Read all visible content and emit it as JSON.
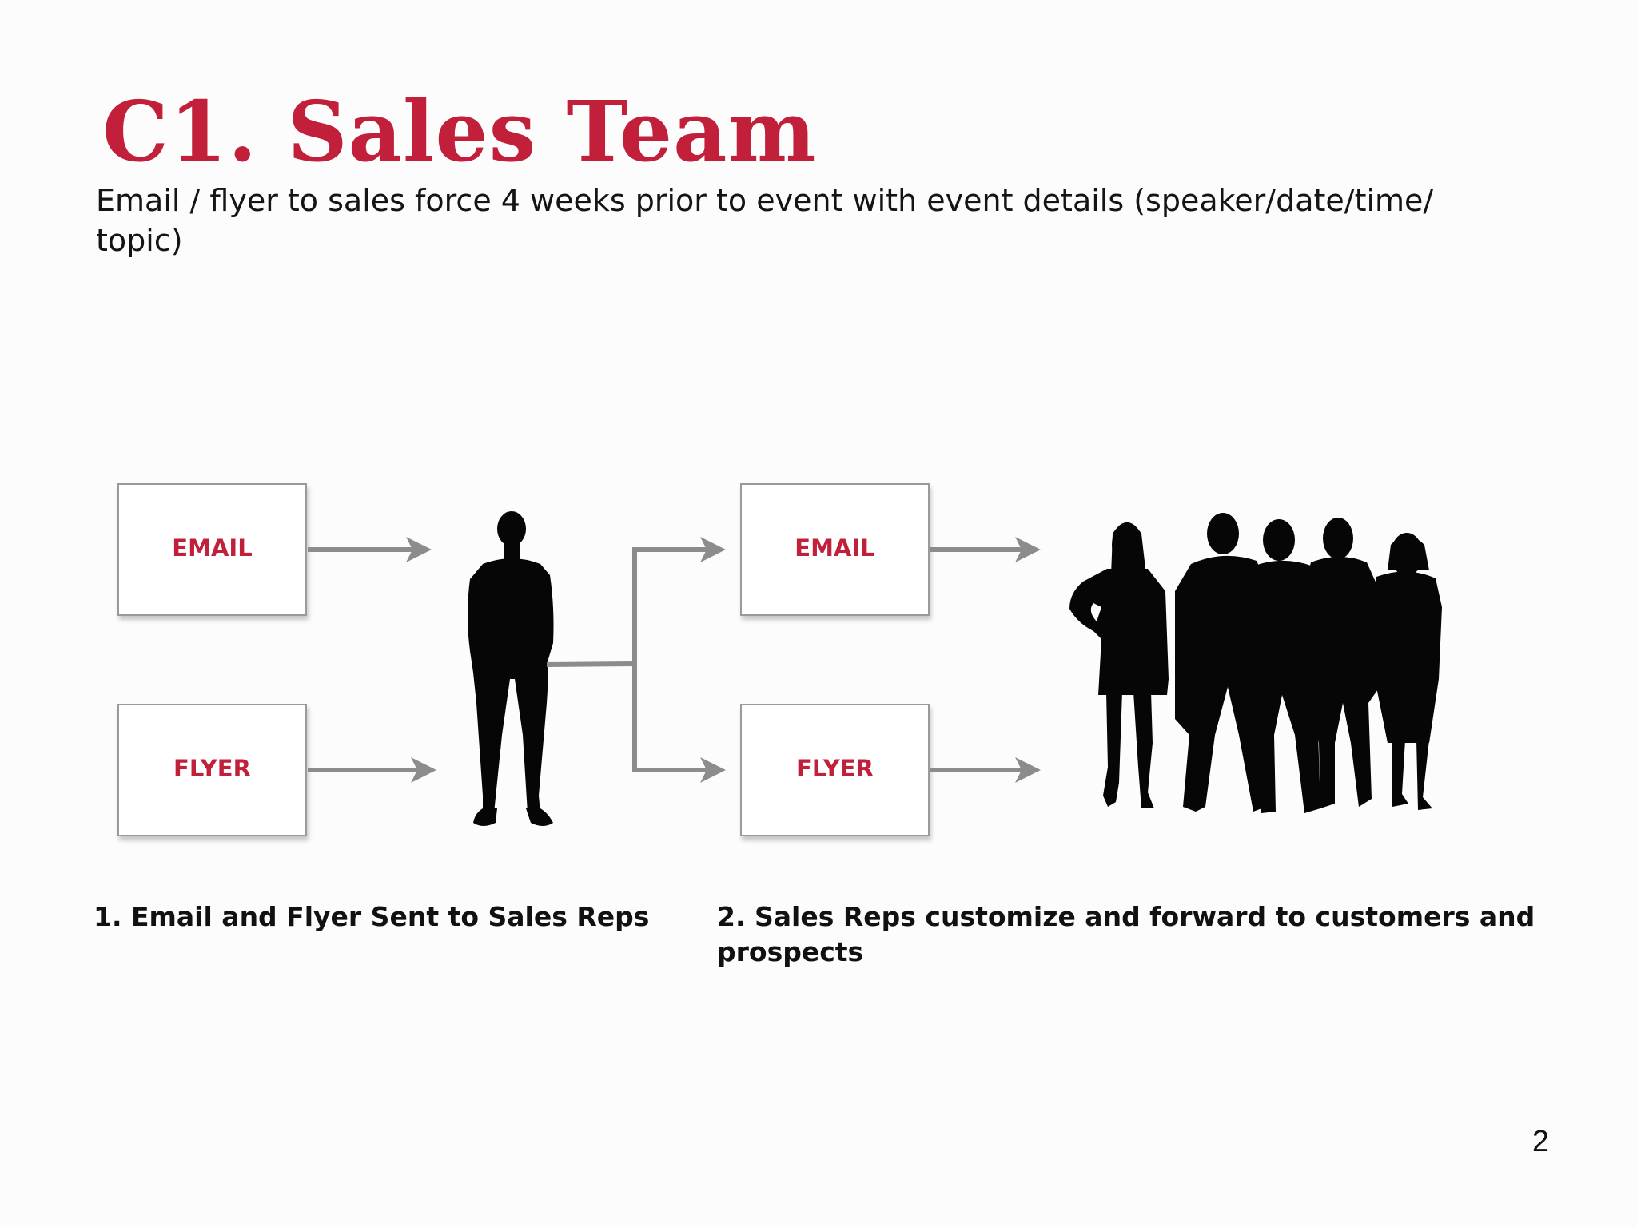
{
  "slide": {
    "title": "C1. Sales Team",
    "subtitle": "Email / flyer to sales force 4 weeks prior to event with event details (speaker/date/time/ topic)",
    "page_number": "2"
  },
  "diagram": {
    "left_boxes": [
      {
        "label": "EMAIL"
      },
      {
        "label": "FLYER"
      }
    ],
    "right_boxes": [
      {
        "label": "EMAIL"
      },
      {
        "label": "FLYER"
      }
    ],
    "figures": [
      "person-silhouette-icon",
      "group-silhouette-icon"
    ],
    "colors": {
      "accent": "#c21f3a",
      "arrow": "#8c8c8c",
      "box_border": "#9a9a9a",
      "silhouette": "#060606"
    }
  },
  "steps": [
    {
      "text": "1. Email and Flyer Sent to Sales Reps"
    },
    {
      "text": "2. Sales Reps customize and forward to customers and prospects"
    }
  ]
}
